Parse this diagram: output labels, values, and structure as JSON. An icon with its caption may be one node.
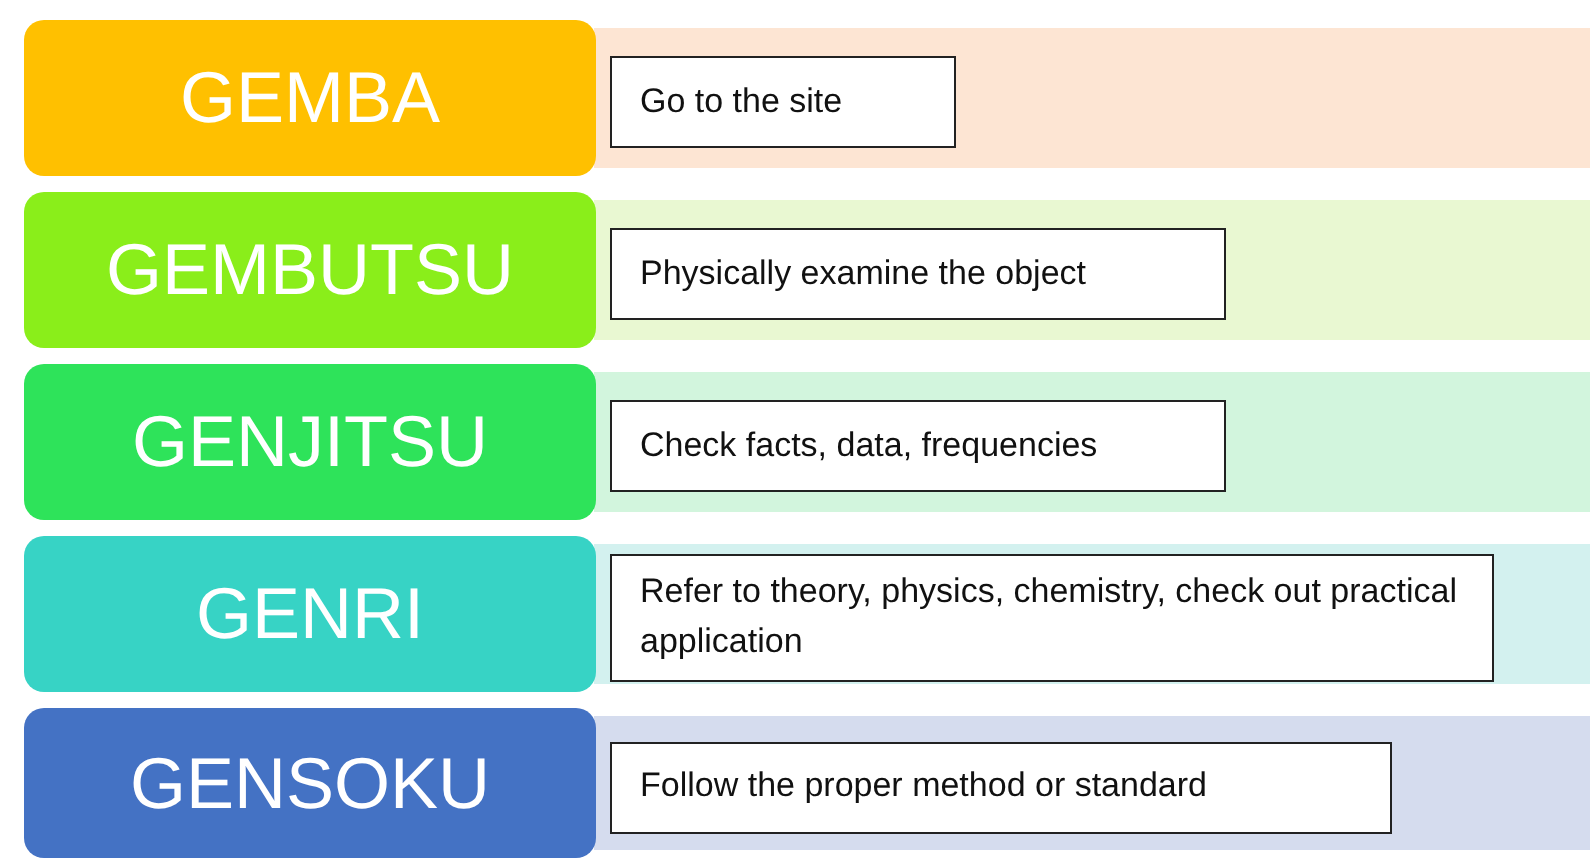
{
  "diagram": {
    "nodes": [
      {
        "text": [
          "GEMBA"
        ]
      },
      {
        "text": [
          "Go to the site"
        ]
      },
      {
        "text": [
          "GEMBUTSU"
        ]
      },
      {
        "text": [
          "Physically examine the object"
        ]
      },
      {
        "text": [
          "GENJITSU"
        ]
      },
      {
        "text": [
          "Check facts, data, frequencies"
        ]
      },
      {
        "text": [
          "GENRI"
        ]
      },
      {
        "text": [
          "Refer to theory, physics, chemistry, check out practical application"
        ]
      },
      {
        "text": [
          "GENSOKU"
        ]
      },
      {
        "text": [
          "Follow the proper method or standard"
        ]
      }
    ],
    "edges": []
  }
}
